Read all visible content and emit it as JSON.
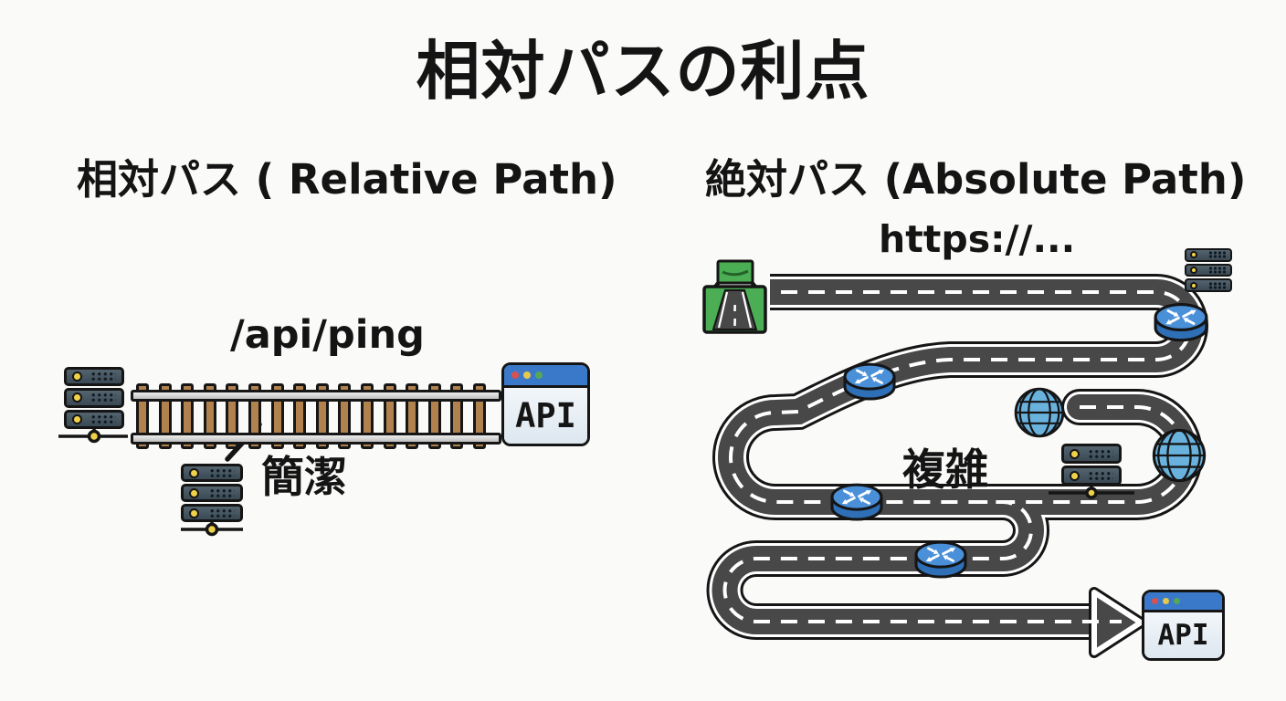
{
  "title": "相対パスの利点",
  "sections": {
    "left": {
      "heading": "相対パス ( Relative Path)",
      "path_label": "/api/ping",
      "annotation": "簡潔",
      "browser_label": "API"
    },
    "right": {
      "heading": "絶対パス (Absolute Path)",
      "url_label": "https://...",
      "annotation": "複雑",
      "browser_label": "API"
    }
  },
  "icons": {
    "railway-track-icon": "css-brown-ties-two-steel-rails",
    "server-stack-icon": "css-stacked-rack-units-yellow-led",
    "browser-window-icon": "css-window-traffic-dots",
    "router-icon": "svg-blue-cylinder-four-arrows",
    "globe-icon": "svg-blue-sphere-grid",
    "highway-entrance-icon": "svg-green-sign-perspective-road",
    "winding-road-icon": "svg-dark-road-white-dashes",
    "arrow-right-icon": "svg-outlined-triangle",
    "callout-slash-icon": "svg-diagonal-stroke",
    "network-connector-icon": "svg-line-yellow-node"
  },
  "colors": {
    "background": "#fafaf8",
    "text": "#141414",
    "road_asphalt": "#484848",
    "road_edge_line": "#ffffff",
    "rail_tie_brown": "#b1814e",
    "rail_steel": "#d6d6d6",
    "router_blue_top": "#4a90d8",
    "router_blue_side": "#2e6fb5",
    "globe_blue": "#6ab2de",
    "server_slate": "#46565f",
    "led_yellow": "#f0d24a",
    "browser_titlebar_blue": "#3a79c9",
    "sign_green": "#4cae54",
    "traffic_red": "#d95050",
    "traffic_yellow": "#e6c84a",
    "traffic_green": "#55a85a"
  }
}
